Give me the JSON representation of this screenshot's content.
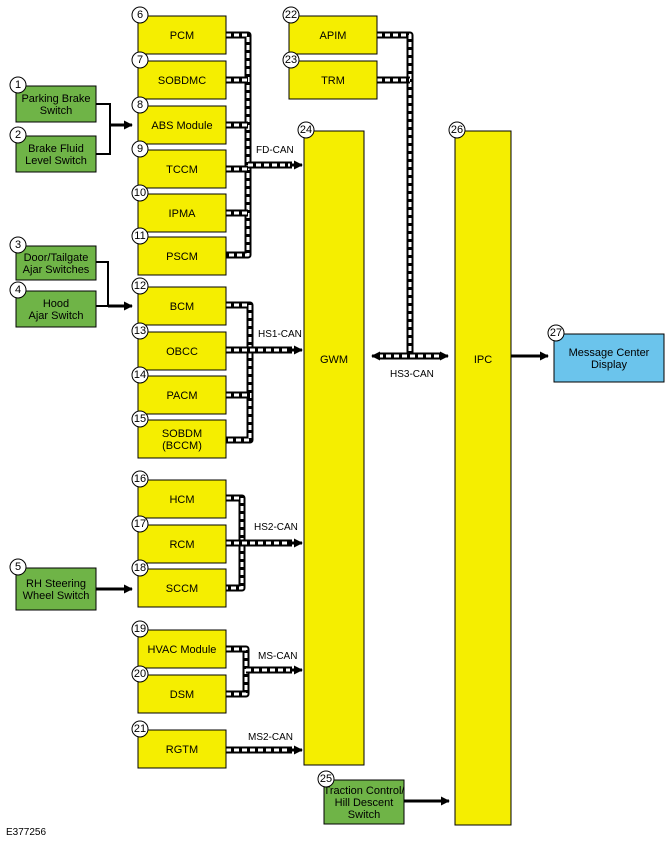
{
  "figure_id": "E377256",
  "colors": {
    "module": "#f5ee00",
    "switch": "#6fb447",
    "display": "#6bc4ec",
    "outline": "#000000"
  },
  "blocks": {
    "b1": {
      "num": "1",
      "lines": [
        "Parking Brake",
        "Switch"
      ]
    },
    "b2": {
      "num": "2",
      "lines": [
        "Brake Fluid",
        "Level Switch"
      ]
    },
    "b3": {
      "num": "3",
      "lines": [
        "Door/Tailgate",
        "Ajar Switches"
      ]
    },
    "b4": {
      "num": "4",
      "lines": [
        "Hood",
        "Ajar Switch"
      ]
    },
    "b5": {
      "num": "5",
      "lines": [
        "RH Steering",
        "Wheel Switch"
      ]
    },
    "b6": {
      "num": "6",
      "lines": [
        "PCM"
      ]
    },
    "b7": {
      "num": "7",
      "lines": [
        "SOBDMC"
      ]
    },
    "b8": {
      "num": "8",
      "lines": [
        "ABS Module"
      ]
    },
    "b9": {
      "num": "9",
      "lines": [
        "TCCM"
      ]
    },
    "b10": {
      "num": "10",
      "lines": [
        "IPMA"
      ]
    },
    "b11": {
      "num": "11",
      "lines": [
        "PSCM"
      ]
    },
    "b12": {
      "num": "12",
      "lines": [
        "BCM"
      ]
    },
    "b13": {
      "num": "13",
      "lines": [
        "OBCC"
      ]
    },
    "b14": {
      "num": "14",
      "lines": [
        "PACM"
      ]
    },
    "b15": {
      "num": "15",
      "lines": [
        "SOBDM",
        "(BCCM)"
      ]
    },
    "b16": {
      "num": "16",
      "lines": [
        "HCM"
      ]
    },
    "b17": {
      "num": "17",
      "lines": [
        "RCM"
      ]
    },
    "b18": {
      "num": "18",
      "lines": [
        "SCCM"
      ]
    },
    "b19": {
      "num": "19",
      "lines": [
        "HVAC Module"
      ]
    },
    "b20": {
      "num": "20",
      "lines": [
        "DSM"
      ]
    },
    "b21": {
      "num": "21",
      "lines": [
        "RGTM"
      ]
    },
    "b22": {
      "num": "22",
      "lines": [
        "APIM"
      ]
    },
    "b23": {
      "num": "23",
      "lines": [
        "TRM"
      ]
    },
    "b24": {
      "num": "24",
      "lines": [
        "GWM"
      ]
    },
    "b25": {
      "num": "25",
      "lines": [
        "Traction Control/",
        "Hill Descent",
        "Switch"
      ]
    },
    "b26": {
      "num": "26",
      "lines": [
        "IPC"
      ]
    },
    "b27": {
      "num": "27",
      "lines": [
        "Message Center",
        "Display"
      ]
    }
  },
  "buses": {
    "fd": "FD-CAN",
    "hs1": "HS1-CAN",
    "hs2": "HS2-CAN",
    "hs3": "HS3-CAN",
    "ms": "MS-CAN",
    "ms2": "MS2-CAN"
  }
}
